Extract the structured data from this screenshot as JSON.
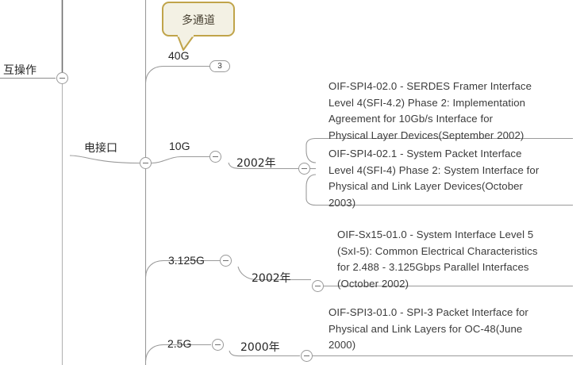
{
  "diagram": {
    "type": "mind-map",
    "background_color": "#ffffff",
    "line_color": "#9a9a9a",
    "text_color": "#3b3b3b"
  },
  "root": {
    "label": "互操作"
  },
  "branch": {
    "label": "电接口"
  },
  "callout": {
    "label": "多通道",
    "fill_color": "#f3f1e4",
    "border_color": "#c0a44a"
  },
  "badge": {
    "count": "3"
  },
  "rates": [
    {
      "label": "40G"
    },
    {
      "label": "10G"
    },
    {
      "label": "3.125G"
    },
    {
      "label": "2.5G"
    }
  ],
  "years": [
    {
      "label": "2002年"
    },
    {
      "label": "2002年"
    },
    {
      "label": "2000年"
    }
  ],
  "documents": [
    {
      "lines": [
        "OIF-SPI4-02.0  -  SERDES Framer Interface",
        "Level 4(SFI-4.2) Phase 2: Implementation",
        "Agreement for 10Gb/s Interface for",
        "Physical Layer Devices(September 2002)"
      ]
    },
    {
      "lines": [
        "OIF-SPI4-02.1  -  System Packet Interface",
        "Level 4(SFI-4) Phase 2: System Interface for",
        "Physical and Link Layer Devices(October",
        "2003)"
      ]
    },
    {
      "lines": [
        "OIF-Sx15-01.0  -  System Interface Level 5",
        "(SxI-5): Common Electrical Characteristics",
        "for 2.488 - 3.125Gbps Parallel Interfaces",
        "(October 2002)"
      ]
    },
    {
      "lines": [
        "OIF-SPI3-01.0  -  SPI-3 Packet Interface for",
        "Physical and Link Layers for OC-48(June",
        "2000)"
      ]
    }
  ]
}
